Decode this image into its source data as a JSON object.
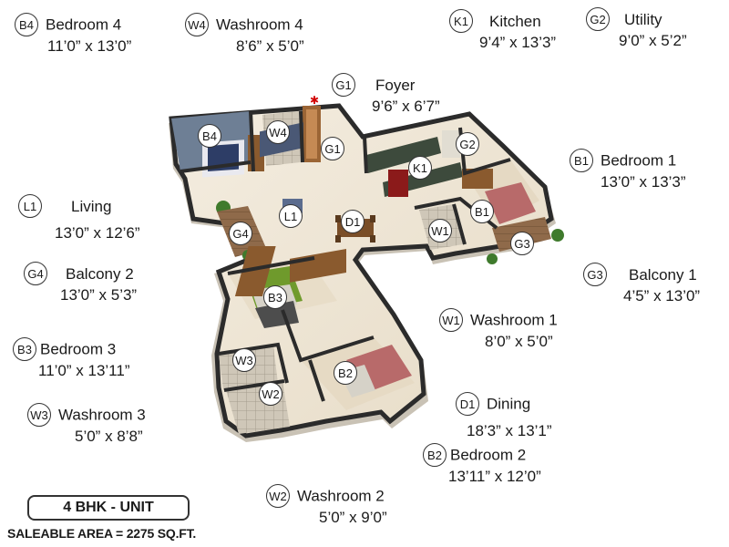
{
  "rooms": [
    {
      "code": "B4",
      "name": "Bedroom 4",
      "dim": "11’0” x 13’0”"
    },
    {
      "code": "W4",
      "name": "Washroom 4",
      "dim": "8’6” x 5’0”"
    },
    {
      "code": "K1",
      "name": "Kitchen",
      "dim": "9’4” x 13’3”"
    },
    {
      "code": "G2",
      "name": "Utility",
      "dim": "9’0” x 5’2”"
    },
    {
      "code": "G1",
      "name": "Foyer",
      "dim": "9’6” x 6’7”"
    },
    {
      "code": "B1",
      "name": "Bedroom 1",
      "dim": "13’0” x 13’3”"
    },
    {
      "code": "L1",
      "name": "Living",
      "dim": "13’0” x 12’6”"
    },
    {
      "code": "G4",
      "name": "Balcony 2",
      "dim": "13’0” x 5’3”"
    },
    {
      "code": "G3",
      "name": "Balcony 1",
      "dim": "4’5” x 13’0”"
    },
    {
      "code": "W1",
      "name": "Washroom 1",
      "dim": "8’0” x 5’0”"
    },
    {
      "code": "B3",
      "name": "Bedroom 3",
      "dim": "11’0” x 13’11”"
    },
    {
      "code": "D1",
      "name": "Dining",
      "dim": "18’3” x 13’1”"
    },
    {
      "code": "W3",
      "name": "Washroom 3",
      "dim": "5’0” x 8’8”"
    },
    {
      "code": "B2",
      "name": "Bedroom 2",
      "dim": "13’11” x 12’0”"
    },
    {
      "code": "W2",
      "name": "Washroom 2",
      "dim": "5’0” x 9’0”"
    }
  ],
  "plan_markers": [
    "B4",
    "W4",
    "G1",
    "K1",
    "G2",
    "B1",
    "W1",
    "G3",
    "L1",
    "D1",
    "G4",
    "B3",
    "W3",
    "W2",
    "B2"
  ],
  "unit_type": "4 BHK - UNIT",
  "saleable_area": "SALEABLE AREA = 2275 SQ.FT.",
  "colors": {
    "wall": "#2b2b2b",
    "floor": "#efe6d6",
    "wood": "#8a5a2e",
    "bedspread": "#b86a6a",
    "kitchen_counter": "#3d4a3c",
    "fridge": "#8b1a1a",
    "bedroom4_wall": "#6e7f95",
    "plants": "#3f7a2c"
  }
}
